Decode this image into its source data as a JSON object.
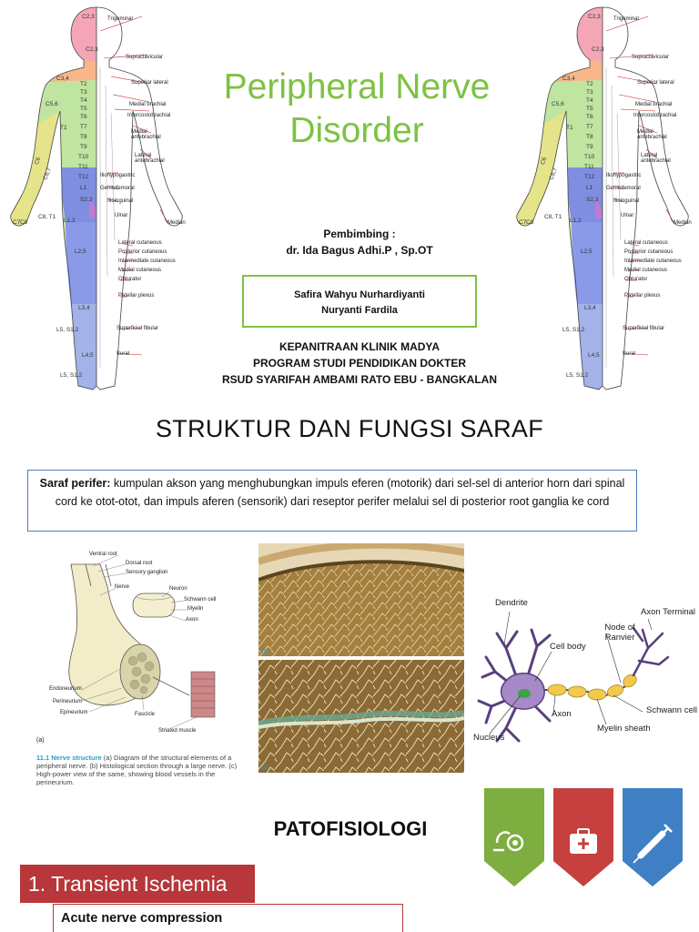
{
  "title_slide": {
    "title_line1": "Peripheral Nerve",
    "title_line2": "Disorder",
    "supervisor_label": "Pembimbing :",
    "supervisor_name": "dr. Ida Bagus Adhi.P , Sp.OT",
    "authors": [
      "Safira Wahyu Nurhardiyanti",
      "Nuryanti Fardila"
    ],
    "institution": [
      "KEPANITRAAN KLINIK MADYA",
      "PROGRAM STUDI PENDIDIKAN DOKTER",
      "RSUD SYARIFAH AMBAMI RATO EBU - BANGKALAN"
    ]
  },
  "dermatome": {
    "nerve_labels": [
      "Trigeminal",
      "Supraclavicular",
      "Superior lateral",
      "Medial brachial",
      "Intercostobrachial",
      "Medial antebrachial",
      "Lateral antebrachial",
      "Iliohypogastric",
      "Genitofemoral",
      "Ilioinguinal",
      "Ulnar",
      "Median",
      "Lateral cutaneous",
      "Posterior cutaneous",
      "Intermediate cutaneous",
      "Medial cutaneous",
      "Obturator",
      "Patellar plexus",
      "Superficial fibular",
      "Sural"
    ],
    "levels": [
      "C2,3",
      "C2,3",
      "C3,4",
      "T2",
      "T3",
      "T4",
      "T5",
      "T6",
      "T7",
      "T8",
      "T9",
      "T10",
      "T11",
      "T12",
      "L1",
      "S2,3",
      "C5,6",
      "T1",
      "C8, T1",
      "C6",
      "C6,7",
      "C7",
      "C8",
      "L1,2",
      "L2,5",
      "L3,4",
      "L4,5",
      "L5, S1,2",
      "L5, S1,2"
    ]
  },
  "structure_slide": {
    "title": "STRUKTUR DAN FUNGSI SARAF",
    "definition_term": "Saraf perifer:",
    "definition_text": " kumpulan akson yang menghubungkan impuls eferen (motorik) dari sel-sel di anterior horn dari spinal cord ke otot-otot, dan impuls aferen (sensorik) dari reseptor perifer melalui sel di posterior root ganglia ke cord",
    "diagram_labels": [
      "Ventral root",
      "Dorsal root",
      "Sensory ganglion",
      "Nerve",
      "Neuron",
      "Schwann cell",
      "Myelin",
      "Axon",
      "Endoneurium",
      "Perineurium",
      "Epineurium",
      "Fascicle",
      "Striated muscle",
      "(a)"
    ],
    "caption_fig": "11.1 Nerve structure",
    "caption_text": " (a) Diagram of the structural elements of a peripheral nerve. (b) Histological section through a large nerve. (c) High-power view of the same, showing blood vessels in the perineurium.",
    "histology_labels": [
      "(b)",
      "(c)"
    ],
    "neuron_labels": [
      "Dendrite",
      "Cell body",
      "Node of Ranvier",
      "Axon Terminal",
      "Schwann cell",
      "Myelin sheath",
      "Axon",
      "Nucleus"
    ]
  },
  "patho_slide": {
    "title": "PATOFISIOLOGI",
    "section_heading": "1. Transient Ischemia",
    "subheading": "Acute nerve compression",
    "banners": [
      {
        "icon": "stethoscope-icon",
        "color": "#7dae3f"
      },
      {
        "icon": "first-aid-kit-icon",
        "color": "#c6403f"
      },
      {
        "icon": "syringe-icon",
        "color": "#3f7fc4"
      }
    ]
  }
}
